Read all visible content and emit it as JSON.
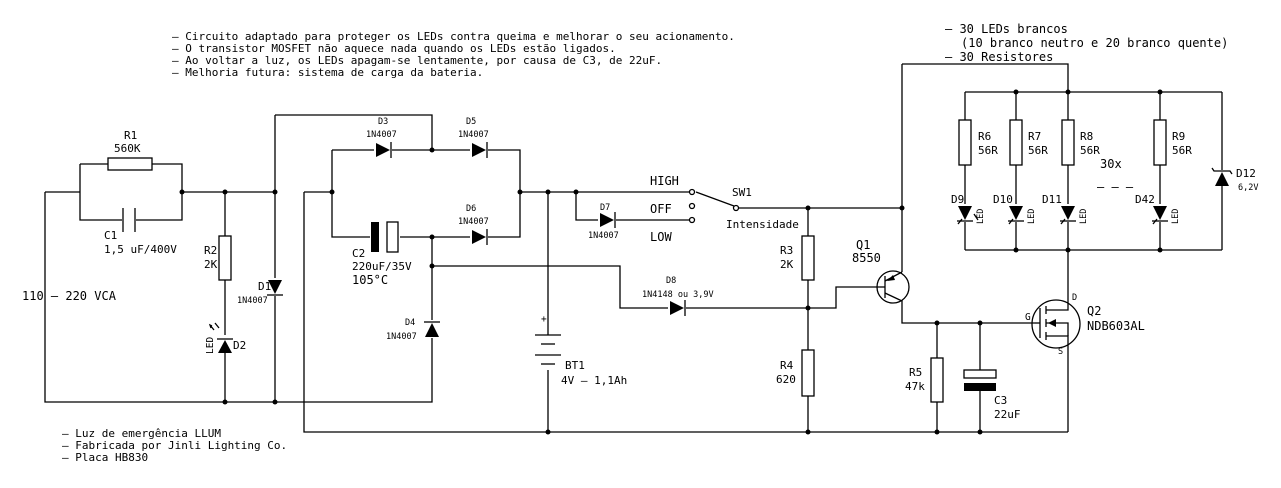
{
  "notes_top": [
    "– Circuito adaptado para proteger os LEDs contra queima e melhorar o seu acionamento.",
    "– O transistor MOSFET não aquece nada quando os LEDs estão ligados.",
    "– Ao voltar a luz, os LEDs apagam-se lentamente, por causa de C3, de 22uF.",
    "– Melhoria futura: sistema de carga da bateria."
  ],
  "notes_right": [
    "– 30 LEDs brancos",
    "(10 branco neutro e 20 branco quente)",
    "– 30 Resistores"
  ],
  "notes_bottom": [
    "– Luz de emergência LLUM",
    "– Fabricada por Jinli Lighting Co.",
    "– Placa HB830"
  ],
  "input_label": "110 – 220 VCA",
  "components": {
    "r1": {
      "ref": "R1",
      "value": "560K"
    },
    "c1": {
      "ref": "C1",
      "value": "1,5 uF/400V"
    },
    "r2": {
      "ref": "R2",
      "value": "2K"
    },
    "d2": {
      "ref": "D2",
      "value": "LED"
    },
    "d1": {
      "ref": "D1",
      "value": "1N4007"
    },
    "d3": {
      "ref": "D3",
      "value": "1N4007"
    },
    "d5": {
      "ref": "D5",
      "value": "1N4007"
    },
    "d6": {
      "ref": "D6",
      "value": "1N4007"
    },
    "d4": {
      "ref": "D4",
      "value": "1N4007"
    },
    "c2": {
      "ref": "C2",
      "value": "220uF/35V",
      "extra": "105°C"
    },
    "bt1": {
      "ref": "BT1",
      "value": "4V – 1,1Ah"
    },
    "d7": {
      "ref": "D7",
      "value": "1N4007"
    },
    "sw1": {
      "ref": "SW1",
      "value": "Intensidade",
      "pos_high": "HIGH",
      "pos_off": "OFF",
      "pos_low": "LOW"
    },
    "d8": {
      "ref": "D8",
      "value": "1N4148 ou 3,9V"
    },
    "r3": {
      "ref": "R3",
      "value": "2K"
    },
    "r4": {
      "ref": "R4",
      "value": "620"
    },
    "q1": {
      "ref": "Q1",
      "value": "8550"
    },
    "r5": {
      "ref": "R5",
      "value": "47k"
    },
    "c3": {
      "ref": "C3",
      "value": "22uF"
    },
    "q2": {
      "ref": "Q2",
      "value": "NDB603AL",
      "pin_g": "G",
      "pin_d": "D",
      "pin_s": "S"
    },
    "r6": {
      "ref": "R6",
      "value": "56R"
    },
    "r7": {
      "ref": "R7",
      "value": "56R"
    },
    "r8": {
      "ref": "R8",
      "value": "56R"
    },
    "r9": {
      "ref": "R9",
      "value": "56R"
    },
    "d9": {
      "ref": "D9",
      "value": "LED"
    },
    "d10": {
      "ref": "D10",
      "value": "LED"
    },
    "d11": {
      "ref": "D11",
      "value": "LED"
    },
    "d42": {
      "ref": "D42",
      "value": "LED"
    },
    "d12": {
      "ref": "D12",
      "value": "6,2V"
    }
  },
  "array_count": "30x",
  "ellipsis": "– – –",
  "battery_plus": "+"
}
